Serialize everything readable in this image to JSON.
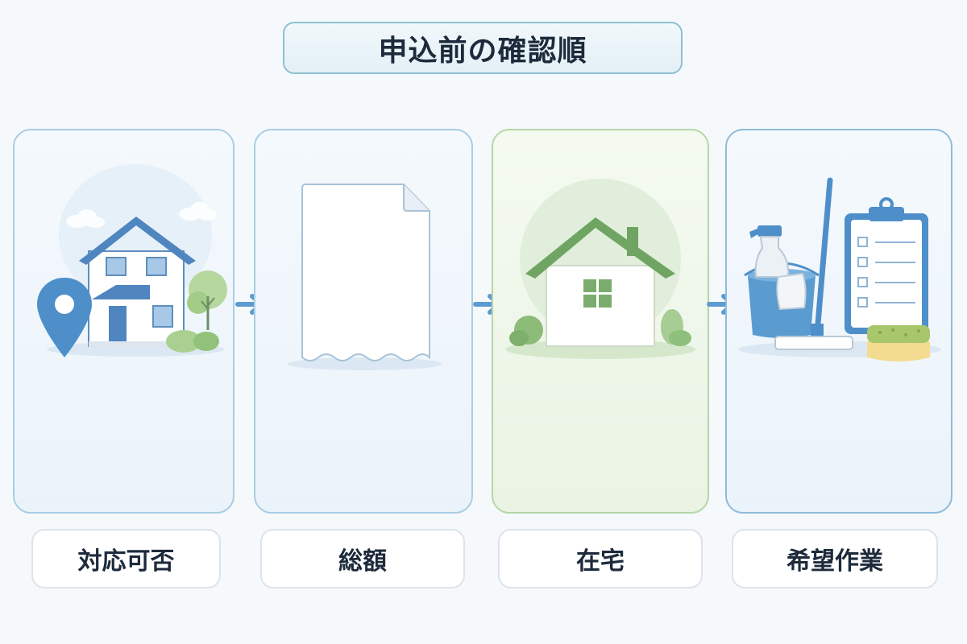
{
  "title": "申込前の確認順",
  "steps": [
    {
      "label": "対応可否",
      "icon": "house-location-icon"
    },
    {
      "label": "総額",
      "icon": "blank-receipt-icon"
    },
    {
      "label": "在宅",
      "icon": "home-icon"
    },
    {
      "label": "希望作業",
      "icon": "cleaning-checklist-icon"
    }
  ],
  "colors": {
    "blue": "#4e8fca",
    "green": "#6fa463",
    "border_blue": "#a9cde4",
    "border_green": "#b6d6a6"
  }
}
